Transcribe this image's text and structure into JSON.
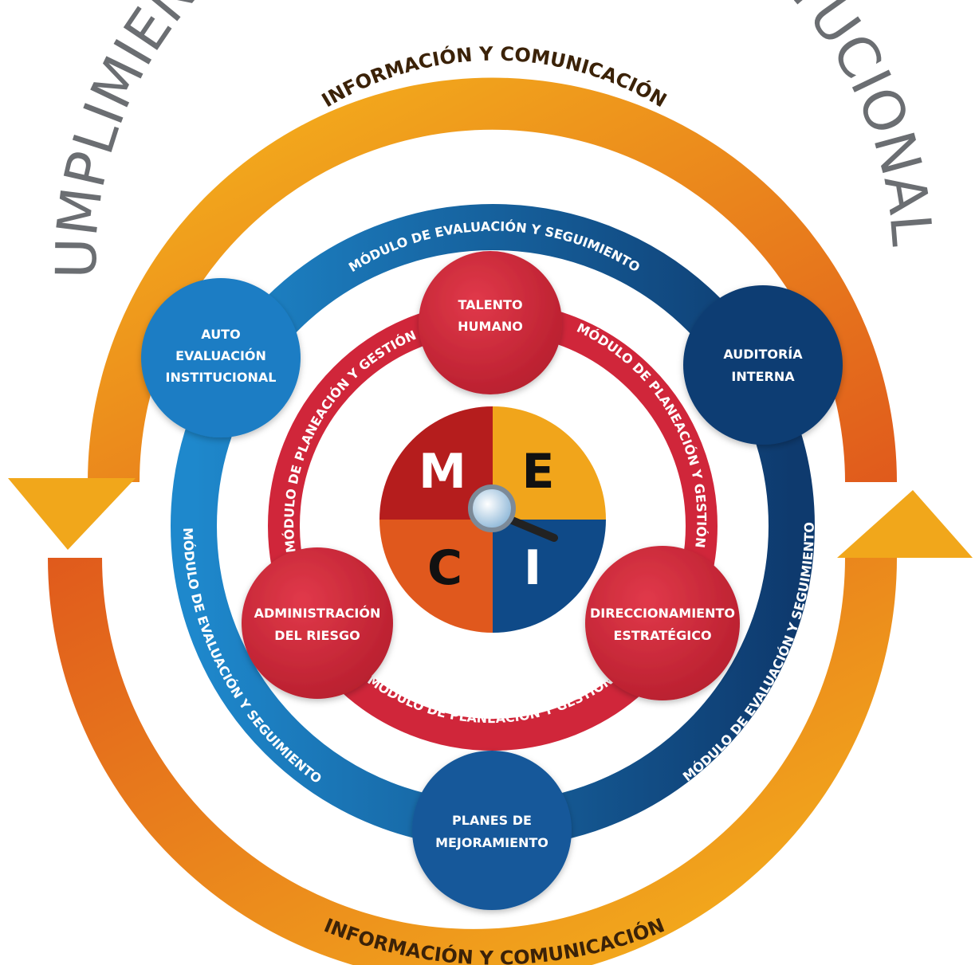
{
  "title": "CUMPLIMIENTO DE OBJETIVOS INSTITUCIONALES",
  "outer_ring": {
    "top_label": "INFORMACIÓN Y COMUNICACIÓN",
    "bottom_label": "INFORMACIÓN Y COMUNICACIÓN"
  },
  "blue_ring": {
    "top_label": "MÓDULO DE EVALUACIÓN Y SEGUIMIENTO",
    "left_label": "MÓDULO DE EVALUACIÓN Y SEGUIMIENTO",
    "right_label": "MÓDULO DE EVALUACIÓN Y SEGUIMIENTO"
  },
  "red_ring": {
    "left_label": "MÓDULO DE PLANEACIÓN Y GESTIÓN",
    "right_label": "MÓDULO DE PLANEACIÓN Y GESTIÓN",
    "bottom_label": "MÓDULO DE PLANEACIÓN Y GESTIÓN"
  },
  "blue_nodes": {
    "autoevaluacion": [
      "AUTO",
      "EVALUACIÓN",
      "INSTITUCIONAL"
    ],
    "auditoria": [
      "AUDITORÍA",
      "INTERNA"
    ],
    "planes": [
      "PLANES DE",
      "MEJORAMIENTO"
    ]
  },
  "red_nodes": {
    "talento": [
      "TALENTO",
      "HUMANO"
    ],
    "administracion": [
      "ADMINISTRACIÓN",
      "DEL RIESGO"
    ],
    "direccionamiento": [
      "DIRECCIONAMIENTO",
      "ESTRATÉGICO"
    ]
  },
  "meci": {
    "m": "M",
    "e": "E",
    "c": "C",
    "i": "I"
  },
  "colors": {
    "title_gray": "#6b6e72",
    "orange_light": "#f5b21a",
    "orange_dark": "#e2661c",
    "blue_light": "#1a7dc4",
    "blue_dark": "#0f3d73",
    "red": "#d5283a",
    "red_dark": "#b21f2c"
  }
}
